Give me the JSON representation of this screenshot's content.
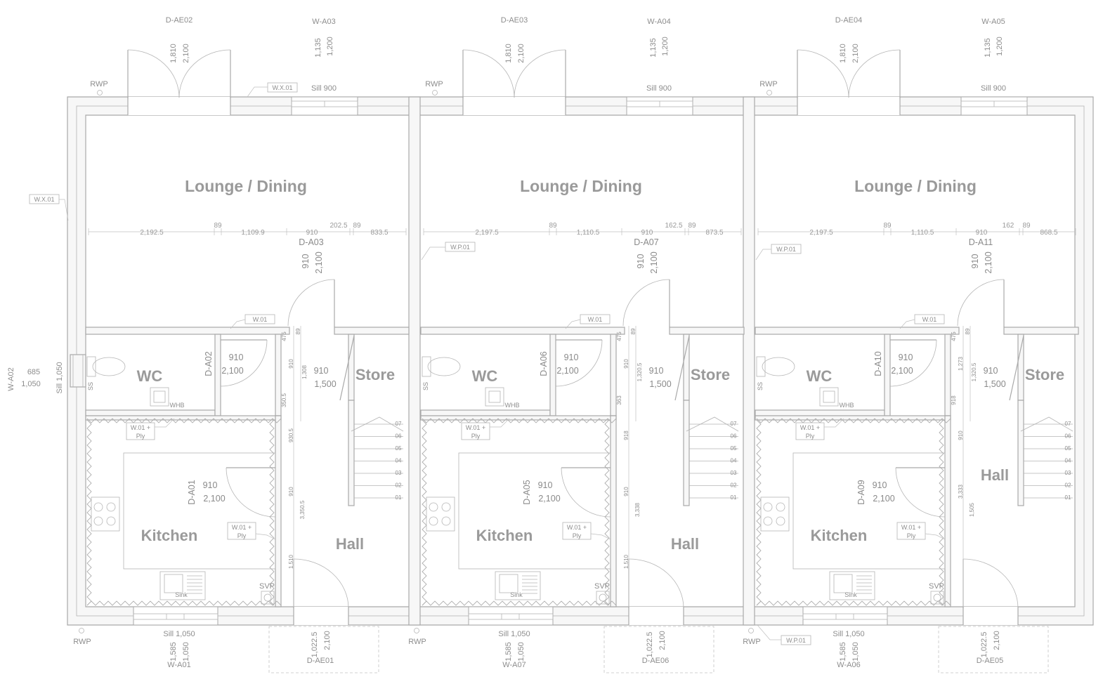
{
  "top_labels": [
    {
      "mark": "D-AE02",
      "dims": [
        "1,810",
        "2,100"
      ]
    },
    {
      "mark": "W-A03",
      "dims": [
        "1,135",
        "1,200"
      ]
    },
    {
      "mark": "D-AE03",
      "dims": [
        "1,810",
        "2,100"
      ]
    },
    {
      "mark": "W-A04",
      "dims": [
        "1,135",
        "1,200"
      ]
    },
    {
      "mark": "D-AE04",
      "dims": [
        "1,810",
        "2,100"
      ]
    },
    {
      "mark": "W-A05",
      "dims": [
        "1,135",
        "1,200"
      ]
    }
  ],
  "sill_top": "Sill 900",
  "rwp": "RWP",
  "wall_tags": {
    "wx01": "W.X.01",
    "wp01": "W.P.01",
    "w01": "W.01",
    "w01ply_a": "W.01 +",
    "w01ply_b": "Ply"
  },
  "side": {
    "mark": "W-A02",
    "dims": [
      "685",
      "1,050"
    ],
    "sill": "Sill 1,050"
  },
  "units": [
    {
      "rooms": {
        "lounge": "Lounge / Dining",
        "wc": "WC",
        "store": "Store",
        "kitchen": "Kitchen",
        "hall": "Hall"
      },
      "run_dims": [
        "2,192.5",
        "89",
        "1,109.9",
        "910",
        "202.5",
        "89",
        "833.5"
      ],
      "lounge_door": {
        "mark": "D-A03",
        "w": "910",
        "h": "2,100"
      },
      "wc_door": {
        "mark": "D-A02",
        "w": "910",
        "h": "2,100"
      },
      "store_door": {
        "w": "910",
        "h": "1,500"
      },
      "kitchen_door": {
        "mark": "D-A01",
        "w": "910",
        "h": "2,100"
      },
      "hall_dims": [
        "475",
        "89",
        "910",
        "1,308",
        "350.5",
        "930.5",
        "910",
        "3,350.5",
        "1,510"
      ],
      "bottom_window": {
        "sill": "Sill 1,050",
        "dims": [
          "1,585",
          "1,050"
        ],
        "mark": "W-A01"
      },
      "bottom_door": {
        "dims": [
          "1,022.5",
          "2,100"
        ],
        "mark": "D-AE01"
      }
    },
    {
      "rooms": {
        "lounge": "Lounge / Dining",
        "wc": "WC",
        "store": "Store",
        "kitchen": "Kitchen",
        "hall": "Hall"
      },
      "run_dims": [
        "2,197.5",
        "89",
        "1,110.5",
        "910",
        "162.5",
        "89",
        "873.5"
      ],
      "lounge_door": {
        "mark": "D-A07",
        "w": "910",
        "h": "2,100"
      },
      "wc_door": {
        "mark": "D-A06",
        "w": "910",
        "h": "2,100"
      },
      "store_door": {
        "w": "910",
        "h": "1,500"
      },
      "kitchen_door": {
        "mark": "D-A05",
        "w": "910",
        "h": "2,100"
      },
      "hall_dims": [
        "475",
        "89",
        "910",
        "1,320.5",
        "363",
        "918",
        "910",
        "3,338",
        "1,510"
      ],
      "bottom_window": {
        "sill": "Sill 1,050",
        "dims": [
          "1,585",
          "1,050"
        ],
        "mark": "W-A07"
      },
      "bottom_door": {
        "dims": [
          "1,022.5",
          "2,100"
        ],
        "mark": "D-AE06"
      }
    },
    {
      "rooms": {
        "lounge": "Lounge / Dining",
        "wc": "WC",
        "store": "Store",
        "kitchen": "Kitchen",
        "hall": "Hall"
      },
      "run_dims": [
        "2,197.5",
        "89",
        "1,110.5",
        "910",
        "162",
        "89",
        "868.5"
      ],
      "lounge_door": {
        "mark": "D-A11",
        "w": "910",
        "h": "2,100"
      },
      "wc_door": {
        "mark": "D-A10",
        "w": "910",
        "h": "2,100"
      },
      "store_door": {
        "w": "910",
        "h": "1,500"
      },
      "kitchen_door": {
        "mark": "D-A09",
        "w": "910",
        "h": "2,100"
      },
      "hall_dims": [
        "475",
        "89",
        "1,273",
        "1,320.5",
        "918",
        "910",
        "3,333",
        "1,505"
      ],
      "bottom_window": {
        "sill": "Sill 1,050",
        "dims": [
          "1,585",
          "1,050"
        ],
        "mark": "W-A06"
      },
      "bottom_door": {
        "dims": [
          "1,022.5",
          "2,100"
        ],
        "mark": "D-AE05"
      }
    }
  ],
  "fixtures": {
    "wc": "SS",
    "whb": "WHB",
    "sink": "Sink",
    "svp": "SVP"
  },
  "stair_steps": [
    "07",
    "06",
    "05",
    "04",
    "03",
    "02",
    "01"
  ]
}
